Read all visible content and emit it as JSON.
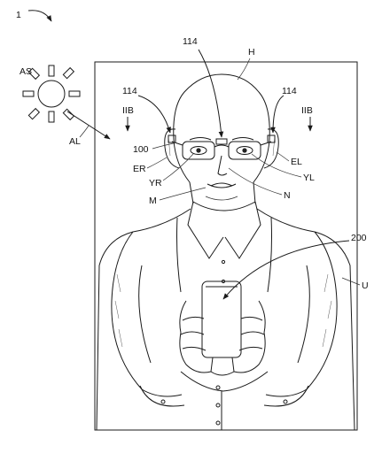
{
  "figure": {
    "ref_system": "1",
    "ref_light_source": "AS",
    "ref_light": "AL",
    "ref_head": "H",
    "ref_sensor_top": "114",
    "ref_sensor_left": "114",
    "ref_sensor_right": "114",
    "ref_section_left": "IIB",
    "ref_section_right": "IIB",
    "ref_glasses": "100",
    "ref_ear_right": "ER",
    "ref_ear_left": "EL",
    "ref_eye_right": "YR",
    "ref_eye_left": "YL",
    "ref_mouth": "M",
    "ref_nose": "N",
    "ref_device": "200",
    "ref_user": "U"
  }
}
